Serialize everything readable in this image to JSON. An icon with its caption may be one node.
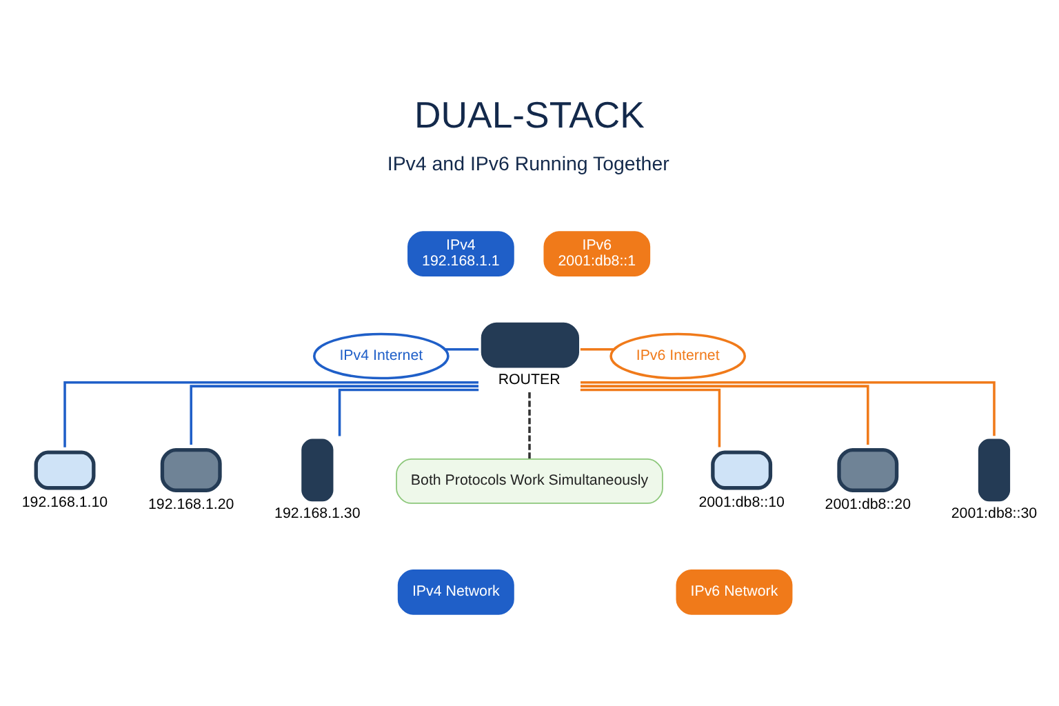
{
  "diagram": {
    "title": "DUAL-STACK",
    "nodes": [
      {
        "text": [
          "IPv4 Internet"
        ]
      },
      {
        "text": [
          "IPv4",
          "192.168.1.1"
        ]
      },
      {
        "text": [
          "IPv6",
          "2001:db8::1"
        ]
      },
      {
        "text": [
          "IPv6 Internet"
        ]
      },
      {
        "text": [],
        "shape": "router",
        "beside": [
          "ROUTER"
        ]
      },
      {
        "text": [],
        "shape": "laptop",
        "beside": [
          "192.168.1.10"
        ]
      },
      {
        "text": [],
        "shape": "monitor",
        "beside": [
          "192.168.1.20"
        ]
      },
      {
        "text": [],
        "shape": "computer",
        "beside": [
          "192.168.1.30"
        ]
      },
      {
        "text": [
          "Both Protocols Work Simultaneously"
        ]
      },
      {
        "text": [],
        "shape": "laptop",
        "beside": [
          "2001:db8::10"
        ]
      },
      {
        "text": [],
        "shape": "monitor",
        "beside": [
          "2001:db8::20"
        ]
      },
      {
        "text": [],
        "shape": "computer",
        "beside": [
          "2001:db8::30"
        ]
      },
      {
        "text": [
          "IPv4 Network"
        ]
      },
      {
        "text": [
          "IPv6 Network"
        ]
      }
    ],
    "edges": [
      {
        "from": 0,
        "to": 4,
        "arrow": "none",
        "color": "#1f5fc8"
      },
      {
        "from": 3,
        "to": 4,
        "arrow": "none",
        "color": "#f07a1a"
      },
      {
        "from": 4,
        "to": 5,
        "arrow": "none",
        "color": "#1f5fc8"
      },
      {
        "from": 4,
        "to": 6,
        "arrow": "none",
        "color": "#1f5fc8"
      },
      {
        "from": 4,
        "to": 7,
        "arrow": "none",
        "color": "#1f5fc8"
      },
      {
        "from": 4,
        "to": 8,
        "arrow": "none",
        "style": "dashed",
        "color": "#333333"
      },
      {
        "from": 4,
        "to": 9,
        "arrow": "none",
        "color": "#f07a1a"
      },
      {
        "from": 4,
        "to": 10,
        "arrow": "none",
        "color": "#f07a1a"
      },
      {
        "from": 4,
        "to": 11,
        "arrow": "none",
        "color": "#f07a1a"
      }
    ],
    "labels": [
      "IPv4 and IPv6 Running Together"
    ]
  }
}
